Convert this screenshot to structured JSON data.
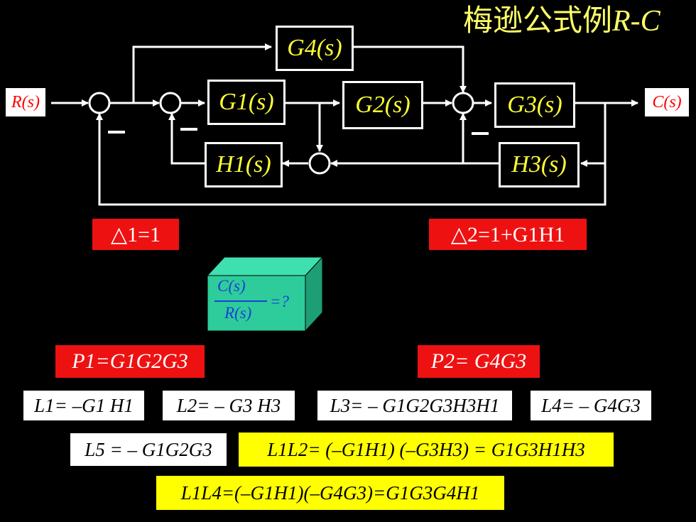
{
  "title_cjk": "梅逊公式例",
  "title_latin": "R-C",
  "input_label": "R(s)",
  "output_label": "C(s)",
  "blocks": {
    "g1": "G1(s)",
    "g2": "G2(s)",
    "g3": "G3(s)",
    "g4": "G4(s)",
    "h1": "H1(s)",
    "h3": "H3(s)"
  },
  "delta1": "△1=1",
  "delta2": "△2=1+G1H1",
  "question": {
    "numerator": "C(s)",
    "denominator": "R(s)",
    "suffix": "=?"
  },
  "p1": "P1=G1G2G3",
  "p2": "P2= G4G3",
  "loops": {
    "l1": "L1= –G1 H1",
    "l2": "L2= – G3 H3",
    "l3": "L3= – G1G2G3H3H1",
    "l4": "L4= – G4G3",
    "l5": "L5 = – G1G2G3"
  },
  "products": {
    "l1l2": "L1L2= (–G1H1) (–G3H3) = G1G3H1H3",
    "l1l4": "L1L4=(–G1H1)(–G4G3)=G1G3G4H1"
  },
  "colors": {
    "background": "#000000",
    "block_text": "#ffff33",
    "red_box": "#ee1111",
    "yellow_box": "#ffff00",
    "cube_front": "#2ecc9a",
    "question_text": "#1a3fd9"
  }
}
